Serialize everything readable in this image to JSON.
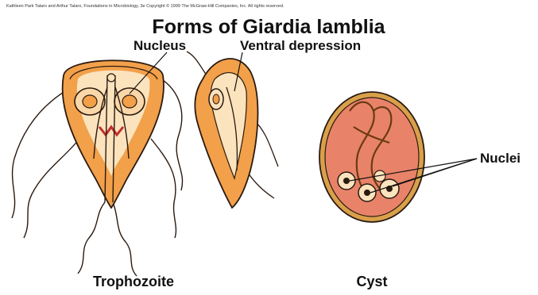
{
  "credit": "Kathleen Park Talaro and Arthur Talaro, Foundations in Microbiology, 3e Copyright © 1999 The McGraw-Hill Companies, Inc. All rights reserved.",
  "title": "Forms of Giardia lamblia",
  "labels": {
    "nucleus": "Nucleus",
    "ventral_depression": "Ventral depression",
    "nuclei": "Nuclei"
  },
  "captions": {
    "trophozoite": "Trophozoite",
    "cyst": "Cyst"
  },
  "colors": {
    "trophozoite_fill": "#f2a04a",
    "trophozoite_light": "#fbe3bd",
    "cyst_fill": "#e8836a",
    "cyst_wall": "#d9a04a",
    "outline": "#2a1a10"
  }
}
